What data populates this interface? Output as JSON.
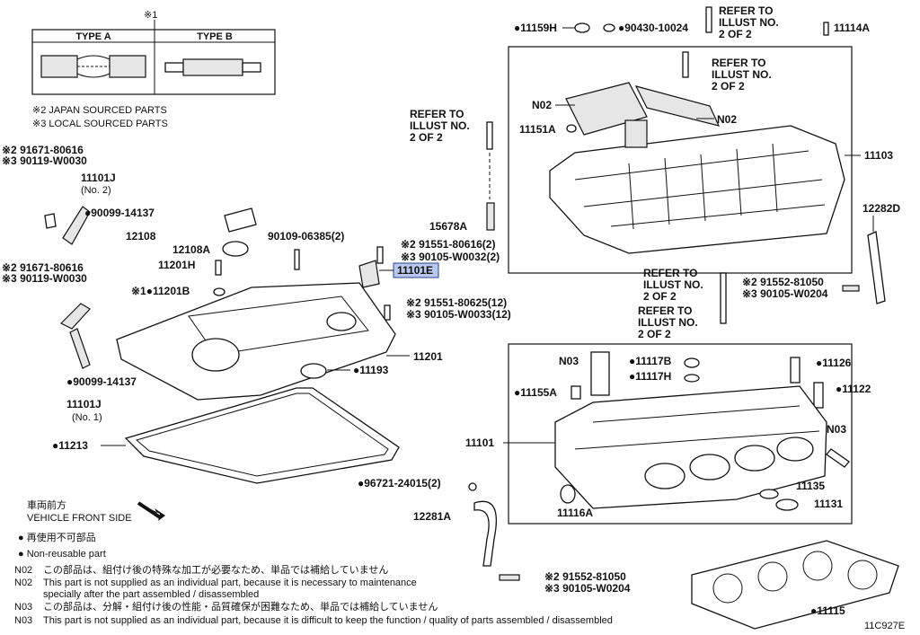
{
  "type_table": {
    "mark": "※1",
    "col_a": "TYPE A",
    "col_b": "TYPE B"
  },
  "source_notes": [
    "※2 JAPAN SOURCED PARTS",
    "※3 LOCAL SOURCED PARTS"
  ],
  "refer": {
    "line1": "REFER TO",
    "line2": "ILLUST NO.",
    "line3": "2 OF 2"
  },
  "labels": {
    "p11159H": "●11159H",
    "p90430": "●90430-10024",
    "p11114A": "11114A",
    "n02a": "N02",
    "n02b": "N02",
    "p11151A": "11151A",
    "p11103": "11103",
    "p15678A": "15678A",
    "p12282D": "12282D",
    "p11101J_top": "11101J",
    "no2": "(No. 2)",
    "p91671a_1": "※2 91671-80616",
    "p91671a_2": "※3 90119-W0030",
    "p90099a": "●90099-14137",
    "p12108": "12108",
    "p12108A": "12108A",
    "p11201H": "11201H",
    "p11201B": "※1●11201B",
    "p90109": "90109-06385(2)",
    "p91551a": "※2 91551-80616(2)",
    "p90105a": "※3 90105-W0032(2)",
    "p11101E": "11101E",
    "p91671b_1": "※2 91671-80616",
    "p91671b_2": "※3 90119-W0030",
    "p91551b": "※2 91551-80625(12)",
    "p90105b": "※3 90105-W0033(12)",
    "p11193": "●11193",
    "p11201": "11201",
    "p90099b": "●90099-14137",
    "p11101J_bot": "11101J",
    "no1": "(No. 1)",
    "p11213": "●11213",
    "p91552a": "※2 91552-81050",
    "p90105c": "※3 90105-W0204",
    "n03a": "N03",
    "p11117B": "●11117B",
    "p11117H": "●11117H",
    "p11126": "●11126",
    "p11122": "●11122",
    "p11155A": "●11155A",
    "p11101": "11101",
    "n03b": "N03",
    "p96721": "●96721-24015(2)",
    "p11116A": "11116A",
    "p11135": "11135",
    "p11131": "11131",
    "p12281A": "12281A",
    "p91552b": "※2 91552-81050",
    "p90105d": "※3 90105-W0204",
    "p11115": "●11115"
  },
  "front": {
    "jp": "車両前方",
    "en": "VEHICLE FRONT SIDE"
  },
  "legend": {
    "jp": "● 再使用不可部品",
    "en": "● Non-reusable part"
  },
  "notes": [
    {
      "code": "N02",
      "text": "この部品は、組付け後の特殊な加工が必要なため、単品では補給していません"
    },
    {
      "code": "N02",
      "text": "This part is not supplied as an individual part, because it is necessary to maintenance"
    },
    {
      "code": "",
      "text": "specially after the part assembled / disassembled"
    },
    {
      "code": "N03",
      "text": "この部品は、分解・組付け後の性能・品質確保が困難なため、単品では補給していません"
    },
    {
      "code": "N03",
      "text": "This part is not supplied as an individual part, because it is difficult to keep the function / quality of parts  assembled / disassembled"
    }
  ],
  "diagram_code": "11C927E"
}
